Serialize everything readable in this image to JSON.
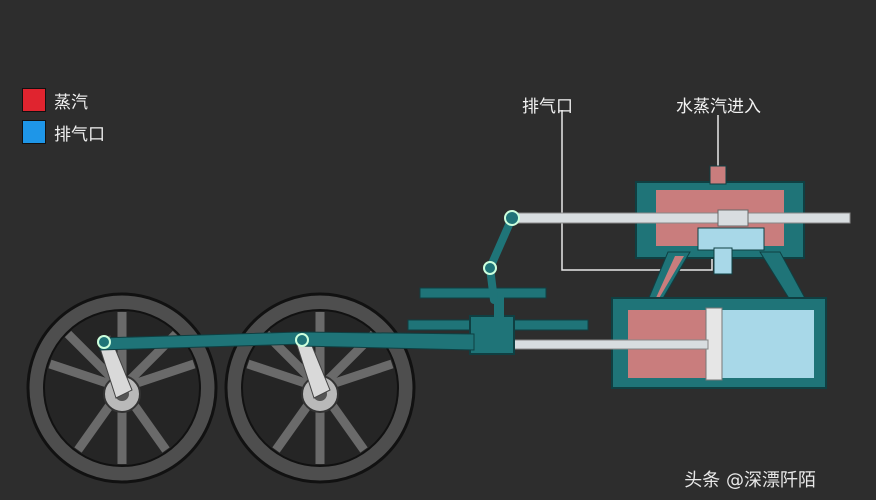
{
  "legend": {
    "items": [
      {
        "label": "蒸汽",
        "color": "#e0242f"
      },
      {
        "label": "排气口",
        "color": "#1e96e8"
      }
    ]
  },
  "callouts": {
    "exhaust": "排气口",
    "steam_inlet": "水蒸汽进入"
  },
  "watermark": "头条 @深漂阡陌",
  "colors": {
    "background": "#2d2d2d",
    "machine": "#1f7478",
    "machine_dark": "#135256",
    "steam": "#c97d7d",
    "exhaust": "#a8d8e8",
    "rod": "#d8dde0",
    "wheel": "#5b5b5b",
    "wheel_hub": "#b9b9b9"
  },
  "icons": [
    "wheel-icon",
    "piston-icon",
    "cylinder-icon",
    "valve-icon"
  ]
}
